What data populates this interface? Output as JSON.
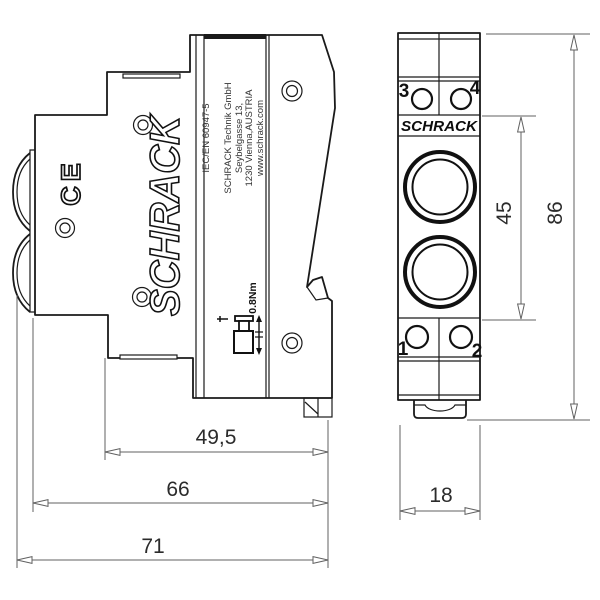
{
  "drawing_type": "technical dimensional drawing, DIN-rail LED indicator module, side and front views",
  "side_view": {
    "logo": "SCHRACK",
    "ce_mark": "CE",
    "torque_label": "0.8Nm",
    "label_lines": {
      "line1": "IEC/EN 60947-5",
      "line2": "SCHRACK Technik GmbH",
      "line3": "Seybelgasse 13,",
      "line4": "1230 Vienna,AUSTRIA",
      "line5": "www.schrack.com"
    }
  },
  "front_view": {
    "logo": "SCHRACK",
    "terminal_top_left": "3",
    "terminal_top_right": "4",
    "terminal_bottom_left": "1",
    "terminal_bottom_right": "2"
  },
  "dimensions": {
    "depth_step": "49,5",
    "depth_body": "66",
    "depth_total": "71",
    "module_width": "18",
    "lens_span": "45",
    "module_height": "86"
  },
  "colors": {
    "line": "#1a1a1a",
    "dimension_line": "#606060",
    "background": "#ffffff"
  }
}
